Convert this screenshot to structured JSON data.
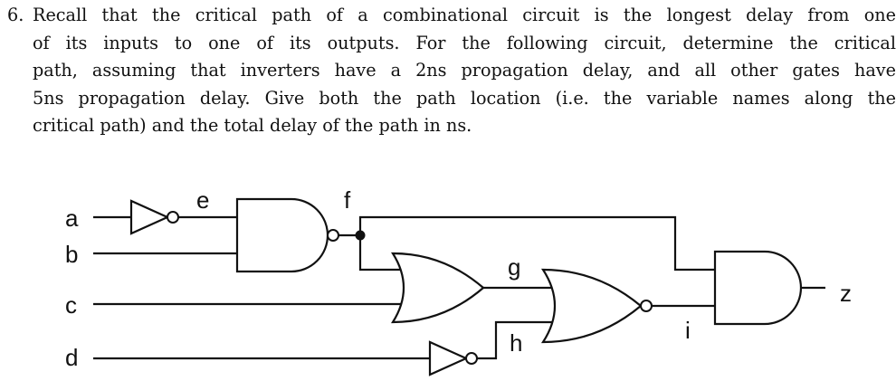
{
  "problem": {
    "number": "6.",
    "lines": [
      "Recall that the critical path of a combinational circuit is the longest delay from one",
      "of its inputs to one of its outputs.  For the following circuit, determine the critical",
      "path, assuming that inverters have a 2ns propagation delay, and all other gates have",
      "5ns propagation delay.  Give both the path location (i.e. the variable names along the",
      "critical path) and the total delay of the path in ns."
    ]
  },
  "circuit": {
    "inputs": {
      "a": "a",
      "b": "b",
      "c": "c",
      "d": "d"
    },
    "signals": {
      "e": "e",
      "f": "f",
      "g": "g",
      "h": "h",
      "i": "i"
    },
    "output": {
      "z": "z"
    }
  }
}
